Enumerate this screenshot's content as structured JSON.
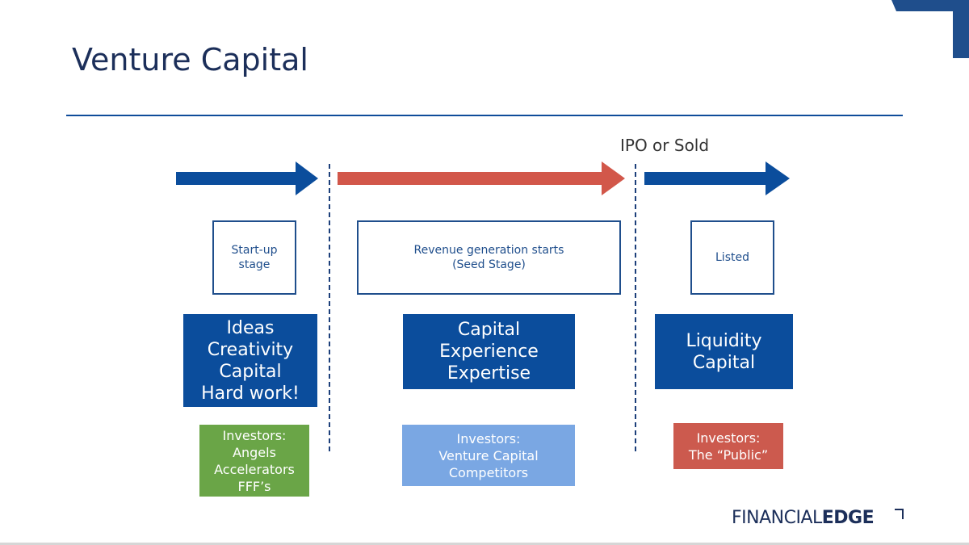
{
  "slide": {
    "title": "Venture Capital",
    "ipo_label": "IPO or Sold"
  },
  "phases": [
    {
      "stage": "Start-up\nstage",
      "attributes": "Ideas\nCreativity\nCapital\nHard work!",
      "investors": "Investors:\nAngels\nAccelerators\nFFF’s"
    },
    {
      "stage": "Revenue generation starts\n(Seed Stage)",
      "attributes": "Capital\nExperience\nExpertise",
      "investors": "Investors:\nVenture Capital\nCompetitors"
    },
    {
      "stage": "Listed",
      "attributes": "Liquidity\nCapital",
      "investors": "Investors:\nThe “Public”"
    }
  ],
  "logo": {
    "light": "FINANCIAL",
    "bold": "EDGE"
  },
  "colors": {
    "title": "#1c2f5a",
    "arrow_blue": "#0b4d9c",
    "arrow_red": "#d2574a",
    "investors_green": "#6aa547",
    "investors_lightblue": "#7aa7e3",
    "investors_red": "#cc5a4e",
    "stage_border": "#1f4e8c"
  }
}
